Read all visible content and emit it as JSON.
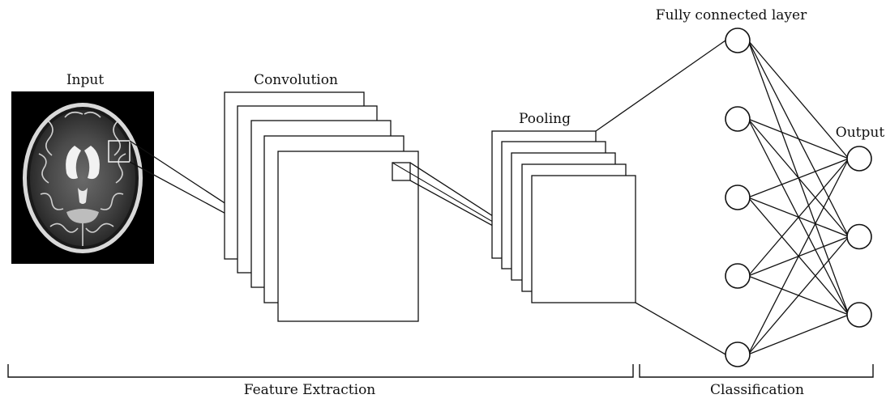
{
  "labels": {
    "input": "Input",
    "convolution": "Convolution",
    "pooling": "Pooling",
    "fully_connected": "Fully connected layer",
    "output": "Output",
    "feature_extraction": "Feature Extraction",
    "classification": "Classification"
  },
  "network": {
    "fully_connected_nodes": 5,
    "output_nodes": 3
  },
  "colors": {
    "line": "#111111",
    "background": "#ffffff",
    "image_background": "#000000"
  }
}
